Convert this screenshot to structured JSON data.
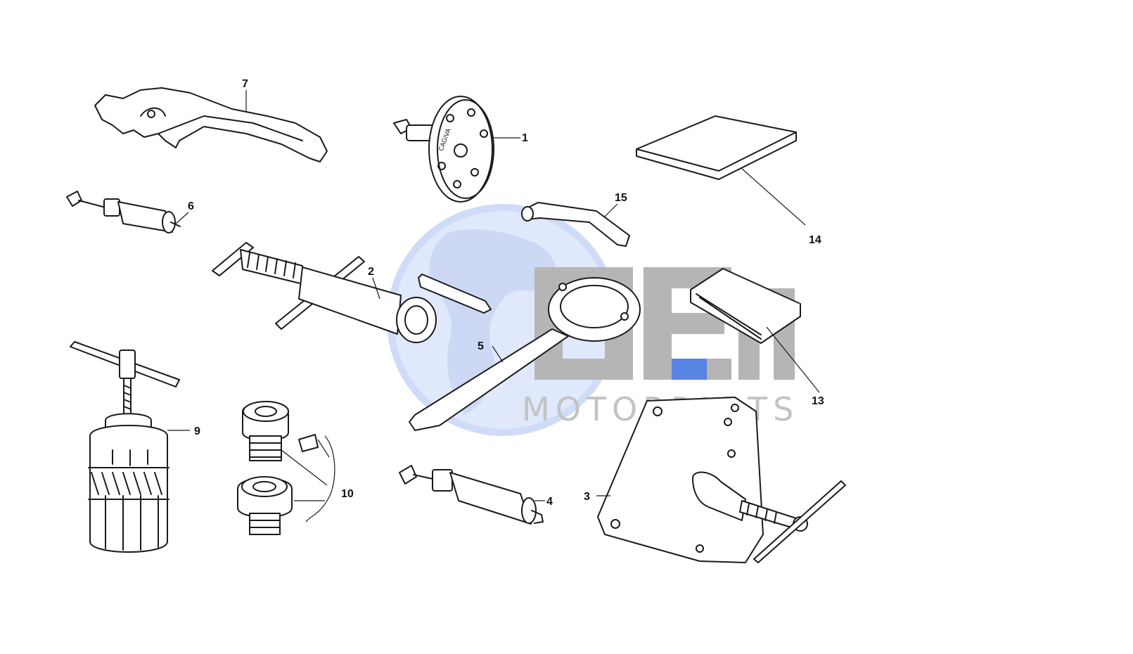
{
  "watermark": {
    "brand": "OEM",
    "tagline": "MOTORPARTS",
    "globe_color": "#c9d6f5",
    "letter_color": "#a9a9a9",
    "accent_color": "#3b6fe0"
  },
  "callouts": {
    "p1": "1",
    "p2": "2",
    "p3": "3",
    "p4": "4",
    "p5": "5",
    "p6": "6",
    "p7": "7",
    "p9": "9",
    "p10": "10",
    "p13": "13",
    "p14": "14",
    "p15": "15"
  },
  "part_markings": {
    "flange_brand": "CAGIVA"
  }
}
